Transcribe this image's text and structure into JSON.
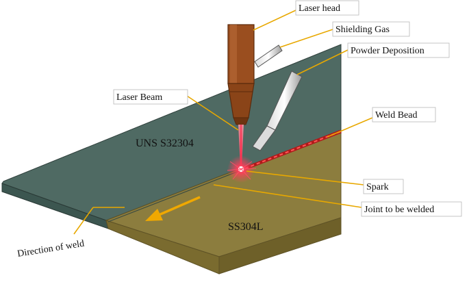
{
  "labels": {
    "laser_head": "Laser head",
    "shielding_gas": "Shielding Gas",
    "powder_deposition": "Powder Deposition",
    "laser_beam": "Laser Beam",
    "weld_bead": "Weld Bead",
    "spark": "Spark",
    "joint": "Joint to be welded",
    "direction": "Direction of weld",
    "plate_top": "UNS S32304",
    "plate_bottom": "SS304L"
  },
  "colors": {
    "plate_top": "#4f6a63",
    "plate_bottom": "#8c7d3e",
    "laser_head": "#9a4e1f",
    "leader": "#e8a800",
    "beam": "#ff2a4a"
  }
}
